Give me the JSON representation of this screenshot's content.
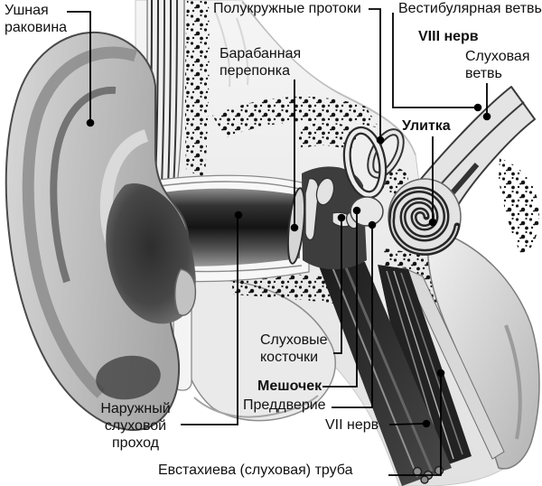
{
  "figure": {
    "language": "ru",
    "colors": {
      "background": "#ffffff",
      "leader_line": "#000000",
      "text": "#111111",
      "artwork": "grayscale"
    }
  },
  "labels": {
    "pinna": "Ушная\nраковина",
    "semicircular_ducts": "Полукружные протоки",
    "vestibular_branch": "Вестибулярная ветвь",
    "viii_nerve": "VIII нерв",
    "auditory_branch": "Слуховая\nветвь",
    "tympanic_membrane": "Барабанная\nперепонка",
    "cochlea": "Улитка",
    "auditory_ossicles": "Слуховые\nкосточки",
    "saccule": "Мешочек",
    "vestibule": "Преддверие",
    "vii_nerve": "VII нерв",
    "external_auditory_canal": "Наружный\nслуховой\nпроход",
    "eustachian_tube": "Евстахиева (слуховая) труба"
  }
}
